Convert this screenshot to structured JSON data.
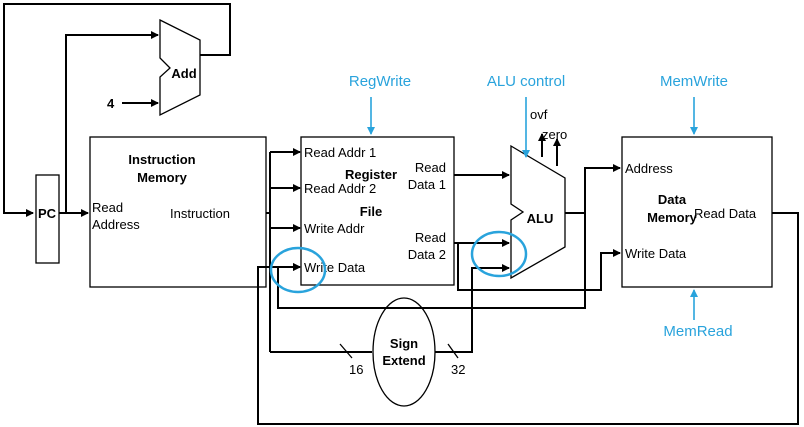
{
  "adder": {
    "label": "Add",
    "const": "4"
  },
  "pc": {
    "label": "PC"
  },
  "imem": {
    "title1": "Instruction",
    "title2": "Memory",
    "in1": "Read",
    "in2": "Address",
    "out": "Instruction"
  },
  "regfile": {
    "t1": "Register",
    "t2": "File",
    "ra1": "Read Addr 1",
    "ra2": "Read Addr 2",
    "wa": "Write Addr",
    "wd": "Write Data",
    "rd1a": "Read",
    "rd1b": "Data 1",
    "rd2a": "Read",
    "rd2b": "Data 2"
  },
  "alu": {
    "label": "ALU",
    "ovf": "ovf",
    "zero": "zero"
  },
  "dmem": {
    "t1": "Data",
    "t2": "Memory",
    "addr": "Address",
    "wd": "Write Data",
    "rd": "Read Data"
  },
  "signext": {
    "t1": "Sign",
    "t2": "Extend",
    "in_bits": "16",
    "out_bits": "32"
  },
  "controls": {
    "regwrite": "RegWrite",
    "alucontrol": "ALU control",
    "memwrite": "MemWrite",
    "memread": "MemRead"
  },
  "colors": {
    "control": "#29a3dc",
    "wire": "#000000"
  }
}
